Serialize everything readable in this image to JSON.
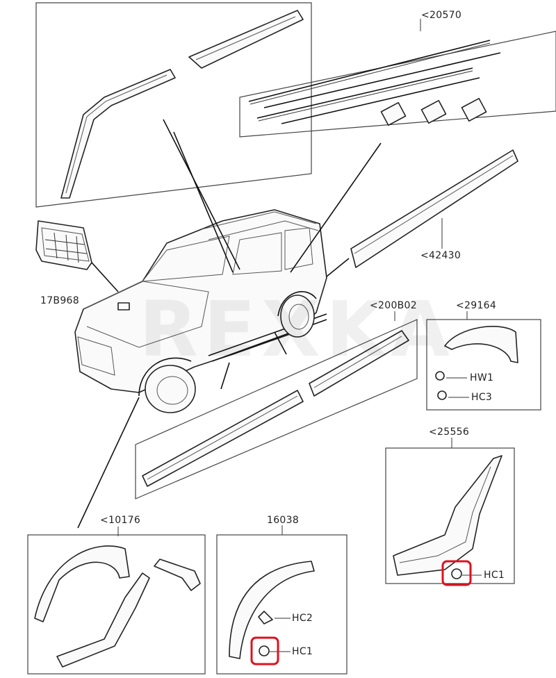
{
  "callouts": {
    "c20570": "<20570",
    "c42430": "<42430",
    "c17b968": "17B968",
    "c200b02": "<200B02",
    "c29164": "<29164",
    "c25556": "<25556",
    "c10176": "<10176",
    "c16038": "16038"
  },
  "fasteners": {
    "hw1": "HW1",
    "hc3": "HC3",
    "hc1_a": "HC1",
    "hc2": "HC2",
    "hc1_b": "HC1"
  },
  "watermark": "REXKA",
  "colors": {
    "highlight": "#e0101e",
    "line": "#222222"
  }
}
